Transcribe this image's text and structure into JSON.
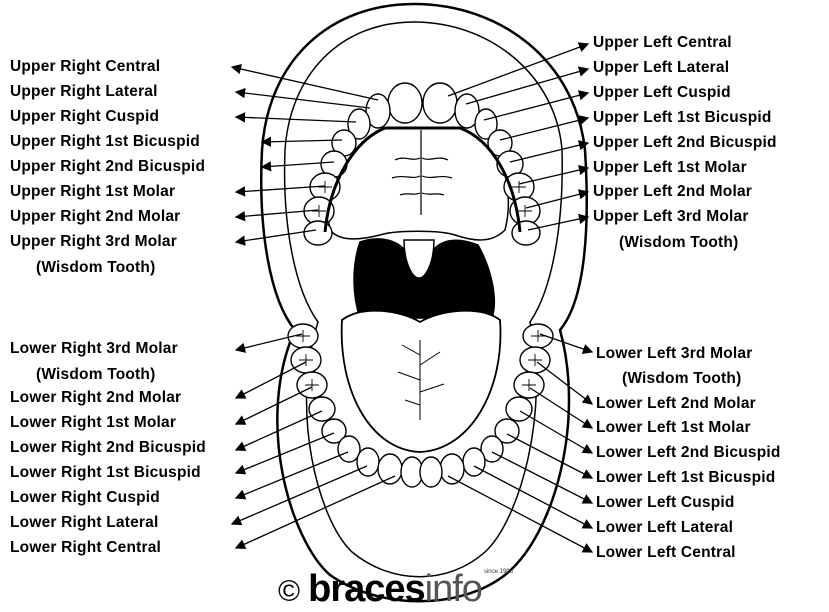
{
  "labels_right_side_of_mouth": [
    "Upper Right Central",
    "Upper Right Lateral",
    "Upper Right Cuspid",
    "Upper Right 1st Bicuspid",
    "Upper Right 2nd Bicuspid",
    "Upper Right 1st Molar",
    "Upper Right 2nd Molar",
    "Upper Right 3rd Molar",
    "(Wisdom Tooth)",
    "Lower Right 3rd Molar",
    "(Wisdom Tooth)",
    "Lower Right 2nd Molar",
    "Lower Right 1st Molar",
    "Lower Right 2nd Bicuspid",
    "Lower Right 1st Bicuspid",
    "Lower Right Cuspid",
    "Lower Right Lateral",
    "Lower Right Central"
  ],
  "labels_left_side_of_mouth": [
    "Upper Left Central",
    "Upper Left Lateral",
    "Upper Left Cuspid",
    "Upper Left 1st Bicuspid",
    "Upper Left 2nd Bicuspid",
    "Upper Left 1st Molar",
    "Upper Left 2nd Molar",
    "Upper Left 3rd Molar",
    "(Wisdom Tooth)",
    "Lower Left 3rd Molar",
    "(Wisdom Tooth)",
    "Lower Left 2nd Molar",
    "Lower Left 1st Molar",
    "Lower Left 2nd Bicuspid",
    "Lower Left 1st Bicuspid",
    "Lower Left Cuspid",
    "Lower Left Lateral",
    "Lower Left Central"
  ],
  "logo": {
    "copyright": "©",
    "brand_bold": "braces",
    "brand_light": "info",
    "since": "since 1996"
  },
  "colors": {
    "ink": "#000000",
    "background": "#ffffff",
    "throat": "#000000"
  }
}
